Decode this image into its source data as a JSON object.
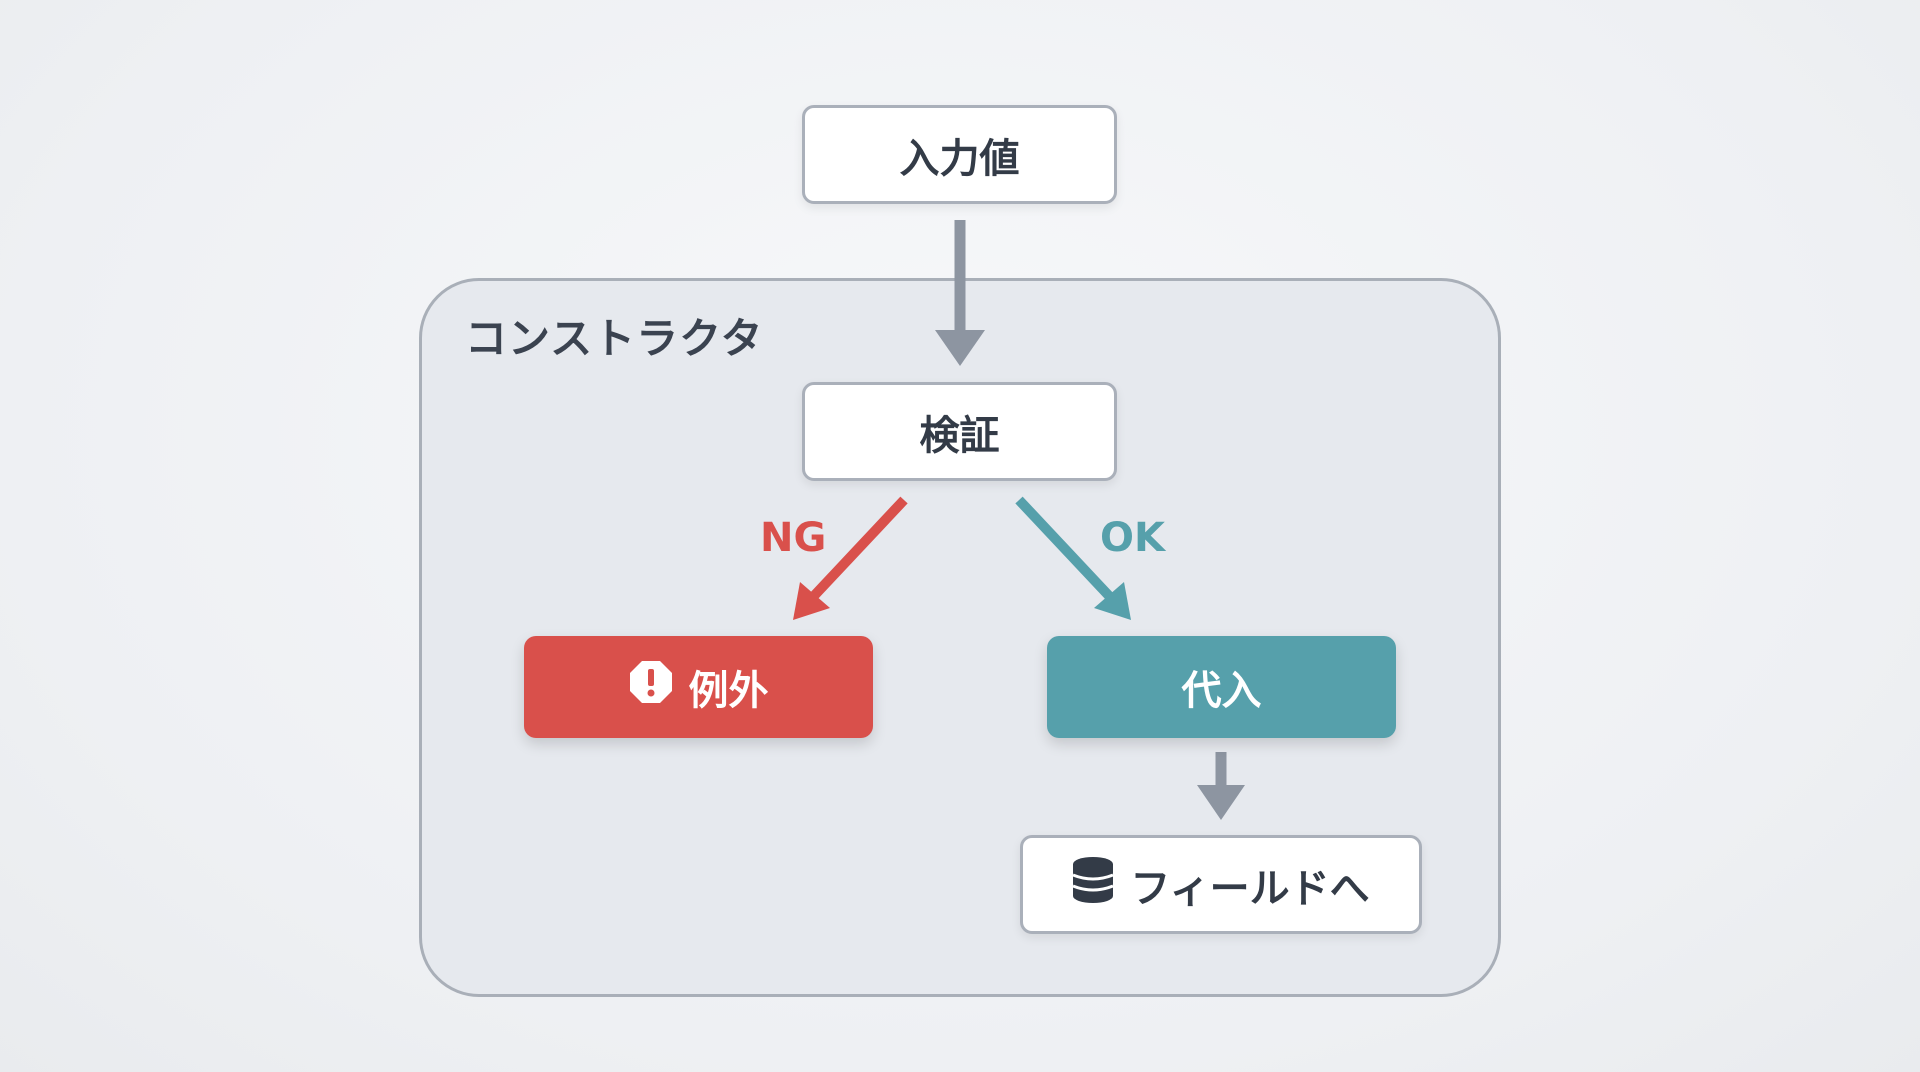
{
  "nodes": {
    "input": "入力値",
    "container": "コンストラクタ",
    "validate": "検証",
    "exception": "例外",
    "assign": "代入",
    "field": "フィールドへ"
  },
  "edges": {
    "ng_label": "NG",
    "ok_label": "OK"
  },
  "icons": {
    "exception": "alert-octagon-icon",
    "field": "database-icon"
  },
  "colors": {
    "ng": "#d9504b",
    "ok": "#56a0ab",
    "neutral_arrow": "#8d95a1"
  }
}
